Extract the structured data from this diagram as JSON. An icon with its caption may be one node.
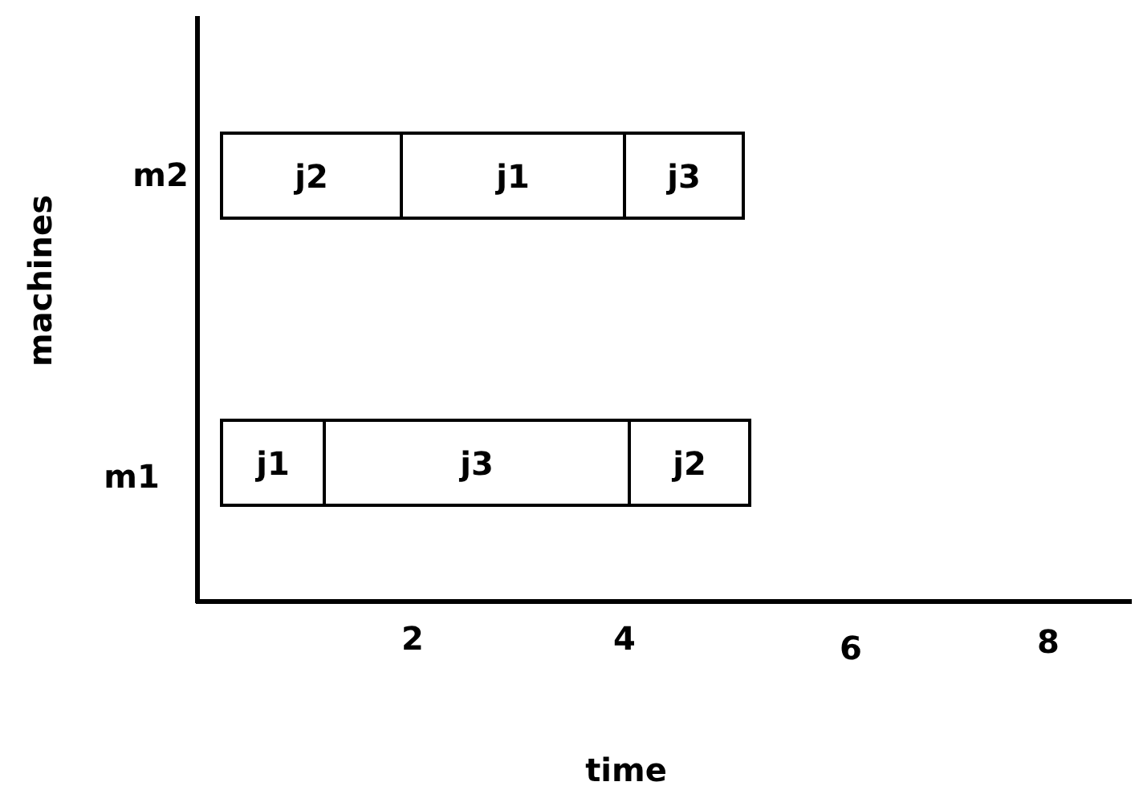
{
  "diagram": {
    "nodes": [
      {
        "text": [
          "j2"
        ]
      },
      {
        "text": [
          "j1"
        ]
      },
      {
        "text": [
          "j3"
        ]
      },
      {
        "text": [
          "j1"
        ]
      },
      {
        "text": [
          "j3"
        ]
      },
      {
        "text": [
          "j2"
        ]
      }
    ],
    "labels": [
      "machines",
      "m2",
      "m1",
      "2",
      "4",
      "6",
      "8",
      "time"
    ]
  }
}
